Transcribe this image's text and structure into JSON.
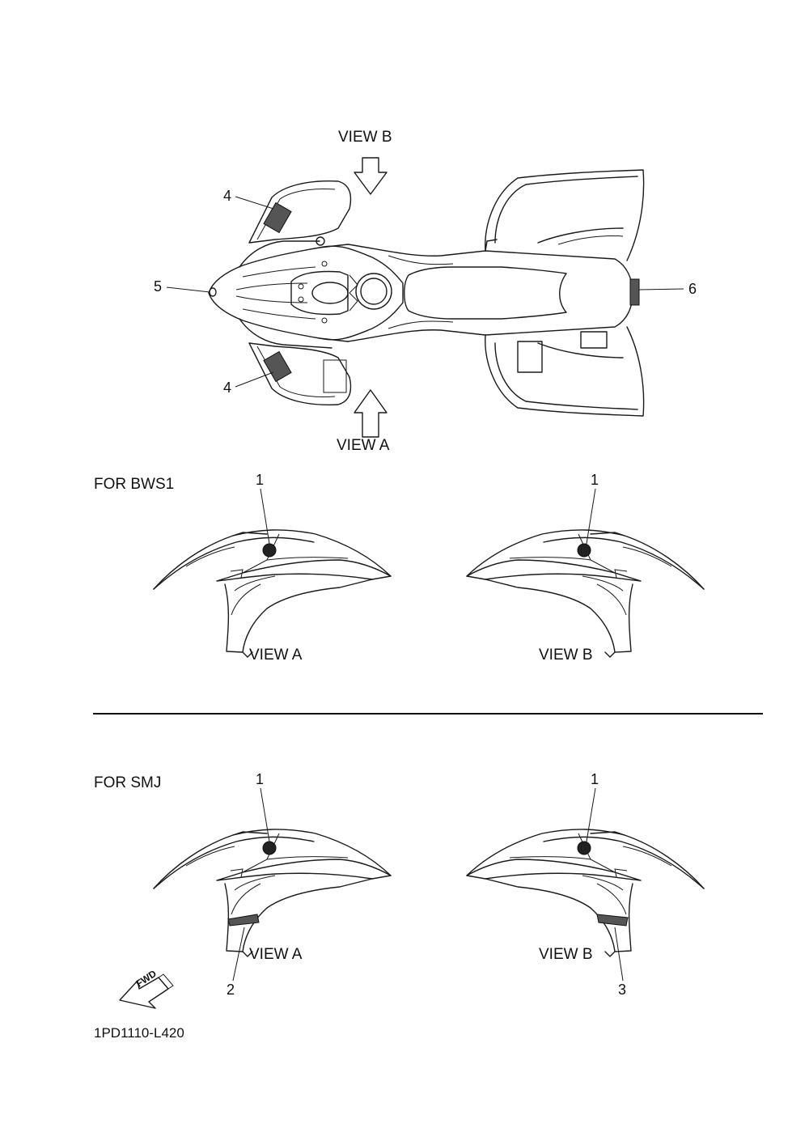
{
  "views": {
    "top_view_b": "VIEW B",
    "top_view_a": "VIEW A",
    "bws_view_a": "VIEW A",
    "bws_view_b": "VIEW B",
    "smj_view_a": "VIEW A",
    "smj_view_b": "VIEW B"
  },
  "sections": {
    "bws": "FOR BWS1",
    "smj": "FOR SMJ"
  },
  "callouts": {
    "top_4_upper": "4",
    "top_4_lower": "4",
    "top_5": "5",
    "top_6": "6",
    "bws_1_left": "1",
    "bws_1_right": "1",
    "smj_1_left": "1",
    "smj_1_right": "1",
    "smj_2": "2",
    "smj_3": "3"
  },
  "fwd_label": "FWD",
  "figure_code": "1PD1110-L420"
}
